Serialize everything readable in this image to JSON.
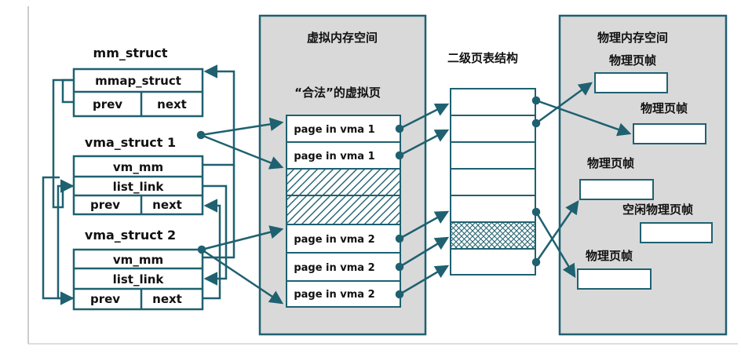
{
  "colors": {
    "frame": "#1f6170",
    "panel_fill": "#d9d9d9",
    "arrow": "#1f6170",
    "text": "#111111"
  },
  "left": {
    "mm_struct_title": "mm_struct",
    "mmap_struct_label": "mmap_struct",
    "prev_label": "prev",
    "next_label": "next",
    "vma1_title": "vma_struct  1",
    "vma2_title": "vma_struct  2",
    "vm_mm_label": "vm_mm",
    "list_link_label": "list_link"
  },
  "virtual_space": {
    "title": "虚拟内存空间",
    "subtitle": "“合法”的虚拟页",
    "pages": [
      "page in vma 1",
      "page in vma 1",
      "",
      "",
      "page in vma 2",
      "page in vma 2",
      "page in vma 2"
    ]
  },
  "page_table": {
    "title": "二级页表结构"
  },
  "physical_space": {
    "title": "物理内存空间",
    "frames": [
      "物理页帧",
      "物理页帧",
      "物理页帧",
      "空闲物理页帧",
      "物理页帧"
    ]
  }
}
